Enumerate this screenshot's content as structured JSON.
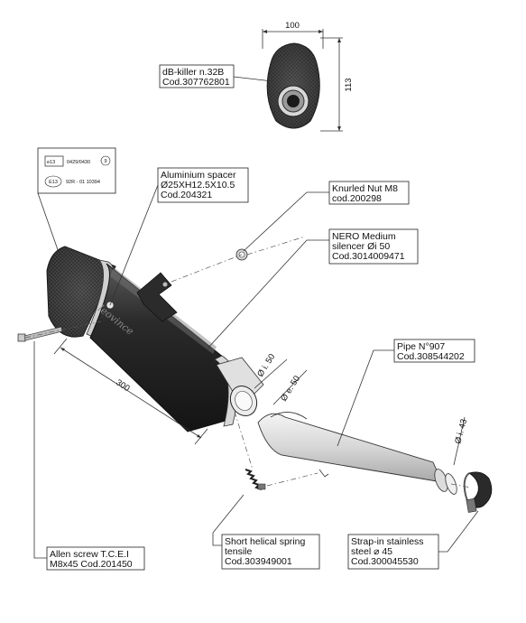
{
  "dbkiller_view": {
    "width_dim": "100",
    "height_dim": "113",
    "label_line1": "dB-killer n.32B",
    "label_line2": "Cod.307762801"
  },
  "approval_box": {
    "mark1": "e13",
    "number": "0429/0430",
    "circle": "9",
    "mark2": "E13",
    "code": "92R - 01 10394"
  },
  "callouts": {
    "spacer": [
      "Aluminium spacer",
      "Ø25XH12.5X10.5",
      "Cod.204321"
    ],
    "nut": [
      "Knurled Nut M8",
      "cod.200298"
    ],
    "silencer": [
      "NERO Medium",
      "silencer  Øi 50",
      "Cod.3014009471"
    ],
    "pipe": [
      "Pipe N°907",
      "Cod.308544202"
    ],
    "allen": [
      "Allen screw T.C.E.I",
      "M8x45 Cod.201450"
    ],
    "spring": [
      "Short helical spring",
      "tensile",
      "Cod.303949001"
    ],
    "strap": [
      "Strap-in stainless",
      "steel ⌀ 45",
      "Cod.300045530"
    ]
  },
  "dimensions": {
    "length": "300",
    "inner": "Ø i. 50",
    "outer": "Ø e. 50",
    "pipe_inner": "Ø i. 43"
  }
}
